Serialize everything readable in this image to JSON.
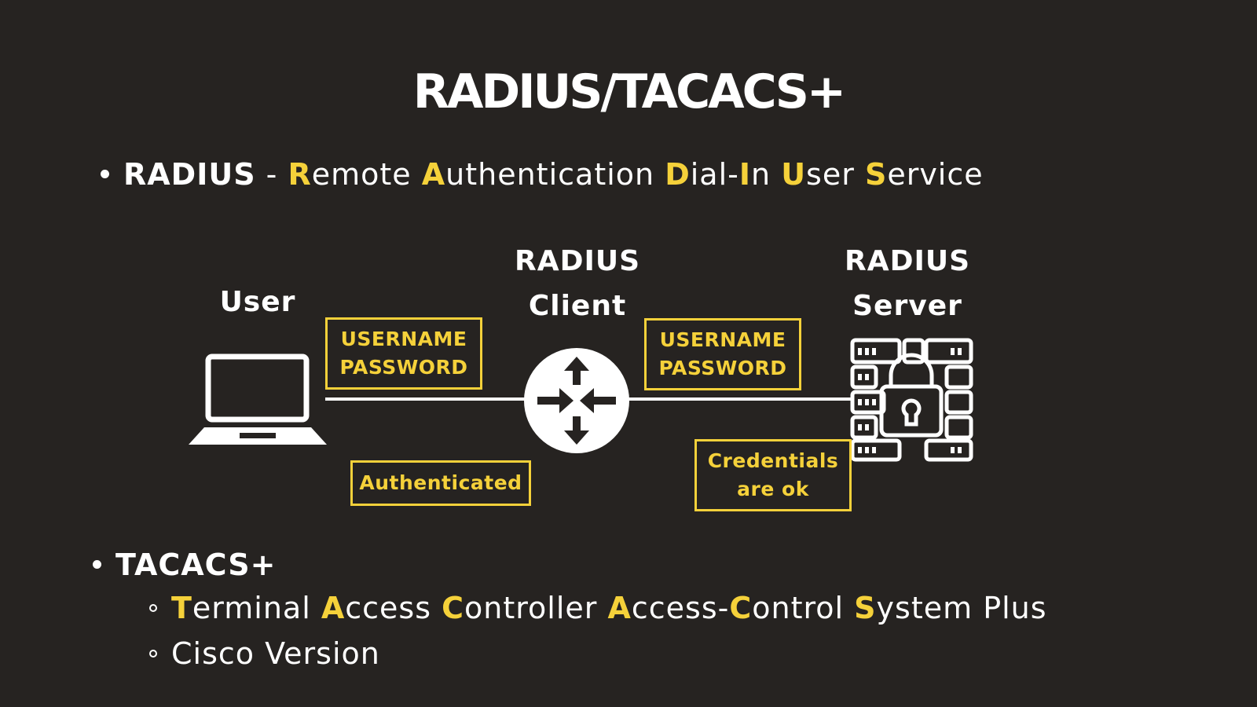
{
  "title": "RADIUS/TACACS+",
  "radius_bullet": {
    "term": "RADIUS",
    "sep": " - ",
    "expansion": [
      {
        "hl": "R",
        "rest": "emote "
      },
      {
        "hl": "A",
        "rest": "uthentication "
      },
      {
        "hl": "D",
        "rest": "ial-"
      },
      {
        "hl": "I",
        "rest": "n "
      },
      {
        "hl": "U",
        "rest": "ser "
      },
      {
        "hl": "S",
        "rest": "ervice"
      }
    ]
  },
  "diagram": {
    "user_label": "User",
    "client_label": [
      "RADIUS",
      "Client"
    ],
    "server_label": [
      "RADIUS",
      "Server"
    ],
    "box_left": [
      "USERNAME",
      "PASSWORD"
    ],
    "box_right": [
      "USERNAME",
      "PASSWORD"
    ],
    "box_authenticated": "Authenticated",
    "box_credentials": [
      "Credentials",
      "are ok"
    ],
    "icons": {
      "user": "laptop-icon",
      "client": "router-icon",
      "server": "firewall-lock-icon"
    },
    "colors": {
      "accent": "#f5d13a",
      "background": "#262321",
      "foreground": "#ffffff"
    }
  },
  "tacacs_bullet": {
    "term": "TACACS+",
    "sub1": [
      {
        "hl": "T",
        "rest": "erminal "
      },
      {
        "hl": "A",
        "rest": "ccess "
      },
      {
        "hl": "C",
        "rest": "ontroller "
      },
      {
        "hl": "A",
        "rest": "ccess-"
      },
      {
        "hl": "C",
        "rest": "ontrol "
      },
      {
        "hl": "S",
        "rest": "ystem Plus"
      }
    ],
    "sub2": "Cisco Version"
  }
}
